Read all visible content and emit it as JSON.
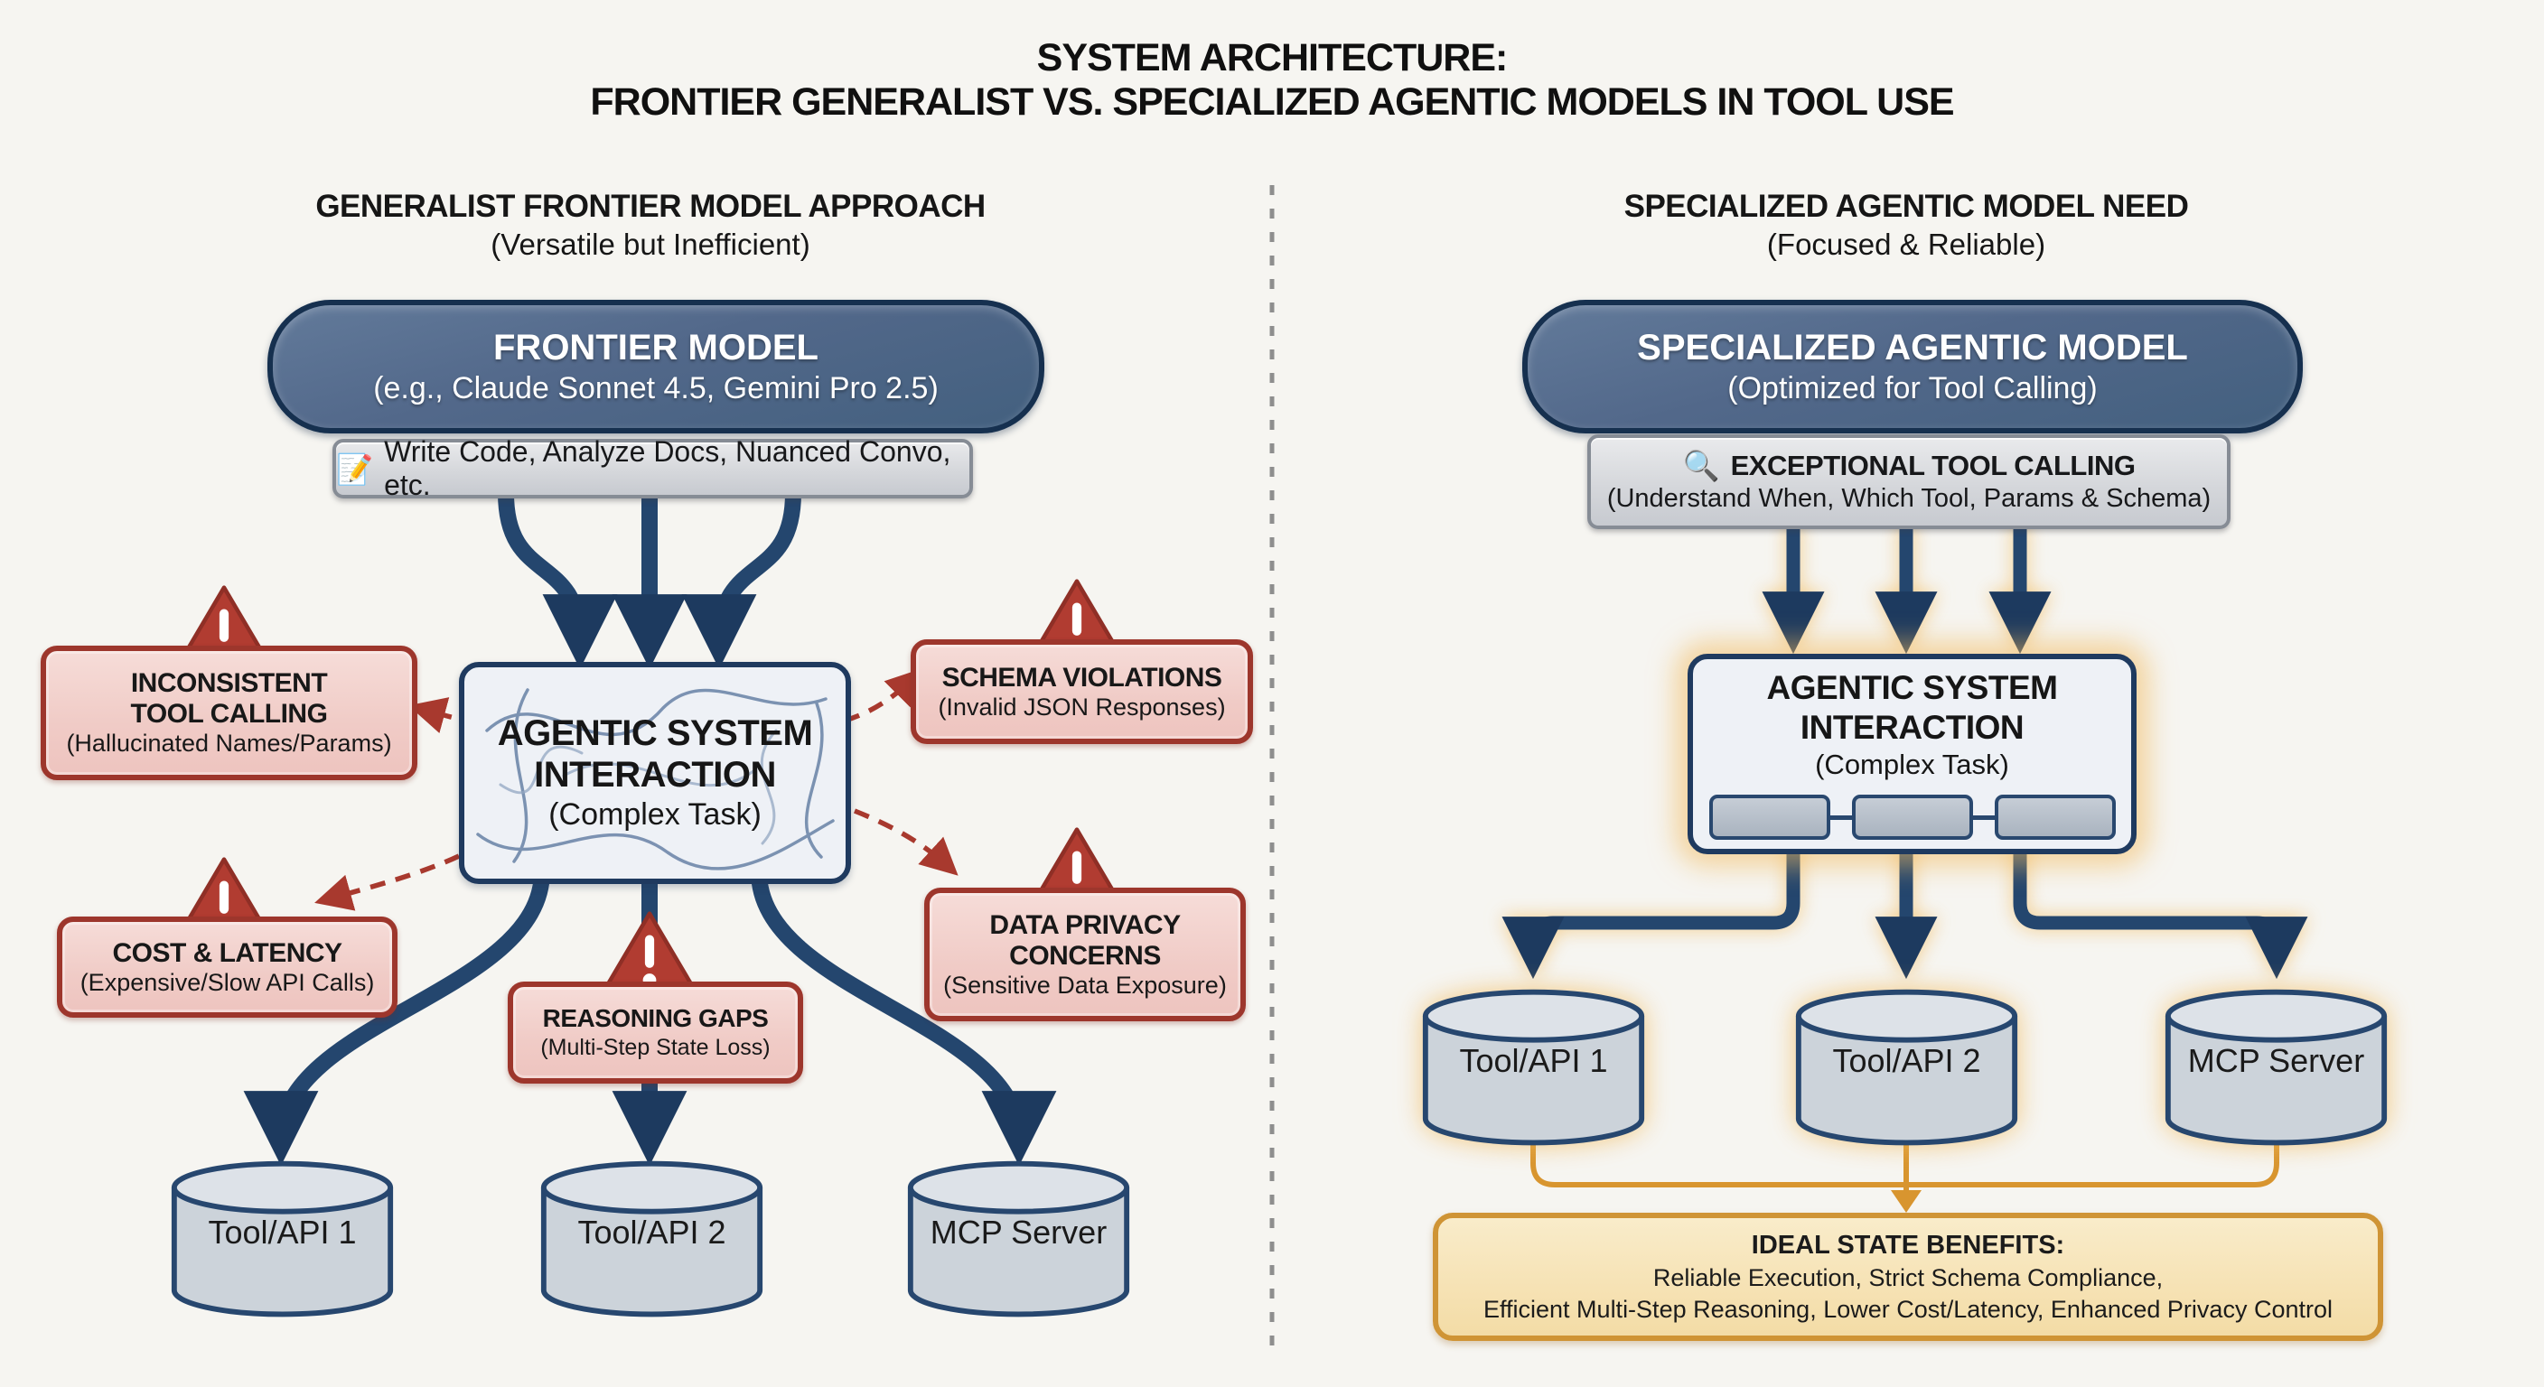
{
  "title": {
    "line1": "SYSTEM ARCHITECTURE:",
    "line2": "FRONTIER GENERALIST VS. SPECIALIZED AGENTIC MODELS IN TOOL USE"
  },
  "left": {
    "header": "GENERALIST FRONTIER MODEL APPROACH",
    "subheader": "(Versatile but Inefficient)",
    "model_box": {
      "title": "FRONTIER MODEL",
      "subtitle": "(e.g., Claude Sonnet 4.5, Gemini Pro 2.5)"
    },
    "task_bar": {
      "icon": "📝",
      "label": "Write Code, Analyze Docs, Nuanced Convo, etc."
    },
    "agentic_box": {
      "title_line1": "AGENTIC SYSTEM",
      "title_line2": "INTERACTION",
      "subtitle": "(Complex Task)"
    },
    "warnings": [
      {
        "title": "INCONSISTENT",
        "title2": "TOOL CALLING",
        "subtitle": "(Hallucinated Names/Params)"
      },
      {
        "title": "SCHEMA VIOLATIONS",
        "subtitle": "(Invalid JSON Responses)"
      },
      {
        "title": "COST & LATENCY",
        "subtitle": "(Expensive/Slow API Calls)"
      },
      {
        "title": "REASONING GAPS",
        "subtitle": "(Multi-Step State Loss)"
      },
      {
        "title": "DATA PRIVACY",
        "title2": "CONCERNS",
        "subtitle": "(Sensitive Data Exposure)"
      }
    ],
    "stores": [
      "Tool/API 1",
      "Tool/API 2",
      "MCP Server"
    ]
  },
  "right": {
    "header": "SPECIALIZED AGENTIC MODEL NEED",
    "subheader": "(Focused & Reliable)",
    "model_box": {
      "title": "SPECIALIZED AGENTIC MODEL",
      "subtitle": "(Optimized for Tool Calling)"
    },
    "capability_bar": {
      "icon": "🔍",
      "label": "EXCEPTIONAL TOOL CALLING",
      "subtitle": "(Understand When, Which Tool, Params & Schema)"
    },
    "agentic_box": {
      "title_line1": "AGENTIC SYSTEM",
      "title_line2": "INTERACTION",
      "subtitle": "(Complex Task)"
    },
    "stores": [
      "Tool/API 1",
      "Tool/API 2",
      "MCP Server"
    ],
    "benefits": {
      "title": "IDEAL STATE BENEFITS:",
      "line1": "Reliable Execution, Strict Schema Compliance,",
      "line2": "Efficient Multi-Step Reasoning, Lower Cost/Latency, Enhanced Privacy Control"
    }
  },
  "colors": {
    "background": "#f6f5f1",
    "navy_fill": "#52688a",
    "navy_border": "#16304f",
    "arrow_navy": "#24466e",
    "warning_red_border": "#9d362c",
    "warning_bg": "#f2cfca",
    "warning_triangle": "#b13c31",
    "gray_bar_bg": "#d5d7db",
    "cylinder_bg": "#ccd3da",
    "orange_accent": "#d8952f",
    "benefits_bg": "#f6e2b4",
    "divider_gray": "#8e8e8e"
  }
}
